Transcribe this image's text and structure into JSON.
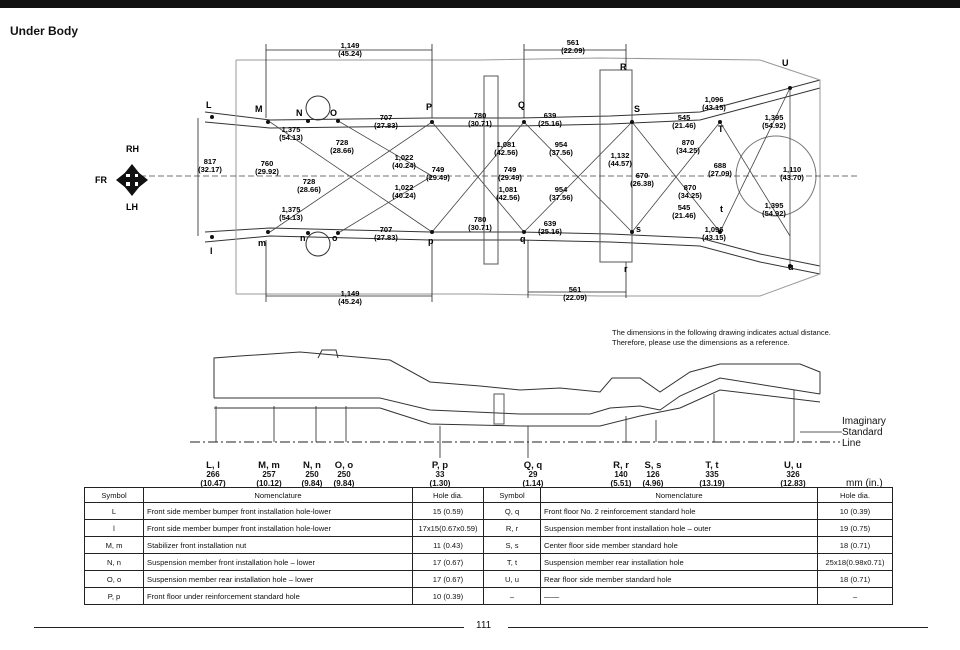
{
  "title": "Under Body",
  "directions": {
    "rh": "RH",
    "lh": "LH",
    "fr": "FR"
  },
  "top_view": {
    "point_labels": [
      "L",
      "M",
      "N",
      "O",
      "P",
      "Q",
      "R",
      "S",
      "T",
      "U",
      "l",
      "m",
      "n",
      "o",
      "p",
      "q",
      "r",
      "s",
      "t",
      "u"
    ],
    "dimensions": [
      "1,149\n(45.24)",
      "561\n(22.09)",
      "1,149\n(45.24)",
      "561\n(22.09)",
      "817\n(32.17)",
      "760\n(29.92)",
      "1,375\n(54.13)",
      "1,375\n(54.13)",
      "728\n(28.66)",
      "728\n(28.66)",
      "707\n(27.83)",
      "707\n(27.83)",
      "780\n(30.71)",
      "780\n(30.71)",
      "1,022\n(40.24)",
      "1,022\n(40.24)",
      "749\n(29.49)",
      "749\n(29.49)",
      "1,081\n(42.56)",
      "1,081\n(42.56)",
      "954\n(37.56)",
      "954\n(37.56)",
      "639\n(25.16)",
      "639\n(25.16)",
      "1,132\n(44.57)",
      "670\n(26.38)",
      "545\n(21.46)",
      "545\n(21.46)",
      "870\n(34.25)",
      "870\n(34.25)",
      "688\n(27.09)",
      "1,096\n(43.15)",
      "1,096\n(43.15)",
      "1,395\n(54.92)",
      "1,395\n(54.92)",
      "1,110\n(43.70)"
    ]
  },
  "side_view": {
    "note": "The dimensions in the following drawing indicates actual distance. Therefore, please use the dimensions as a reference.",
    "imaginary_line": "Imaginary\nStandard\nLine",
    "unit": "mm (in.)",
    "heights": [
      {
        "symbol": "L, l",
        "value": "266",
        "inch": "(10.47)"
      },
      {
        "symbol": "M, m",
        "value": "257",
        "inch": "(10.12)"
      },
      {
        "symbol": "N, n",
        "value": "250",
        "inch": "(9.84)"
      },
      {
        "symbol": "O, o",
        "value": "250",
        "inch": "(9.84)"
      },
      {
        "symbol": "P, p",
        "value": "33",
        "inch": "(1.30)"
      },
      {
        "symbol": "Q, q",
        "value": "29",
        "inch": "(1.14)"
      },
      {
        "symbol": "R, r",
        "value": "140",
        "inch": "(5.51)"
      },
      {
        "symbol": "S, s",
        "value": "126",
        "inch": "(4.96)"
      },
      {
        "symbol": "T, t",
        "value": "335",
        "inch": "(13.19)"
      },
      {
        "symbol": "U, u",
        "value": "326",
        "inch": "(12.83)"
      }
    ]
  },
  "table": {
    "headers": [
      "Symbol",
      "Nomenclature",
      "Hole dia.",
      "Symbol",
      "Nomenclature",
      "Hole dia."
    ],
    "rows": [
      [
        "L",
        "Front side member bumper front installation hole-lower",
        "15 (0.59)",
        "Q, q",
        "Front floor No. 2 reinforcement standard hole",
        "10 (0.39)"
      ],
      [
        "l",
        "Front side member bumper front installation hole-lower",
        "17x15(0.67x0.59)",
        "R, r",
        "Suspension member front installation hole – outer",
        "19 (0.75)"
      ],
      [
        "M, m",
        "Stabilizer front installation nut",
        "11 (0.43)",
        "S, s",
        "Center floor side member standard hole",
        "18 (0.71)"
      ],
      [
        "N, n",
        "Suspension member front installation hole – lower",
        "17 (0.67)",
        "T, t",
        "Suspension member rear installation hole",
        "25x18(0.98x0.71)"
      ],
      [
        "O, o",
        "Suspension member rear installation hole – lower",
        "17 (0.67)",
        "U, u",
        "Rear floor side member standard hole",
        "18 (0.71)"
      ],
      [
        "P, p",
        "Front floor under reinforcement standard hole",
        "10 (0.39)",
        "–",
        "——",
        "–"
      ]
    ]
  },
  "page_number": "111"
}
